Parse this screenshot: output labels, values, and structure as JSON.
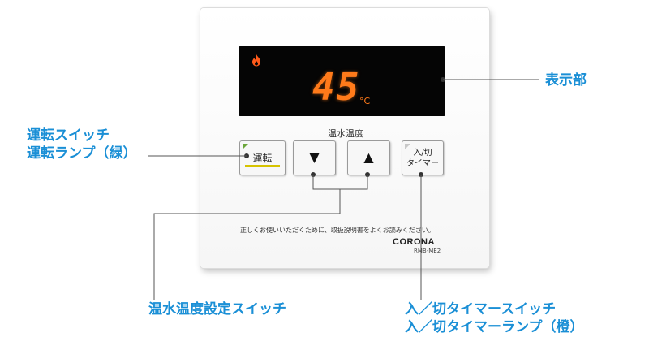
{
  "display": {
    "temperature": "45",
    "unit": "°C"
  },
  "labels": {
    "temperature_title": "温水温度",
    "run_button": "運転",
    "down_button": "▼",
    "up_button": "▲",
    "timer_button": "入/切\nタイマー",
    "notice": "正しくお使いいただくために、取扱説明書をよくお読みください。",
    "brand": "CORONA",
    "model": "RMB-ME2"
  },
  "callouts": {
    "display": "表示部",
    "run_line1": "運転スイッチ",
    "run_line2": "運転ランプ（緑）",
    "temp_switch": "温水温度設定スイッチ",
    "timer_line1": "入／切タイマースイッチ",
    "timer_line2": "入／切タイマーランプ（橙）"
  },
  "colors": {
    "callout": "#1a8fd6",
    "segment": "#ff7a1a",
    "run_lamp": "#d6c300"
  },
  "icons": {
    "flame": "flame-icon"
  }
}
